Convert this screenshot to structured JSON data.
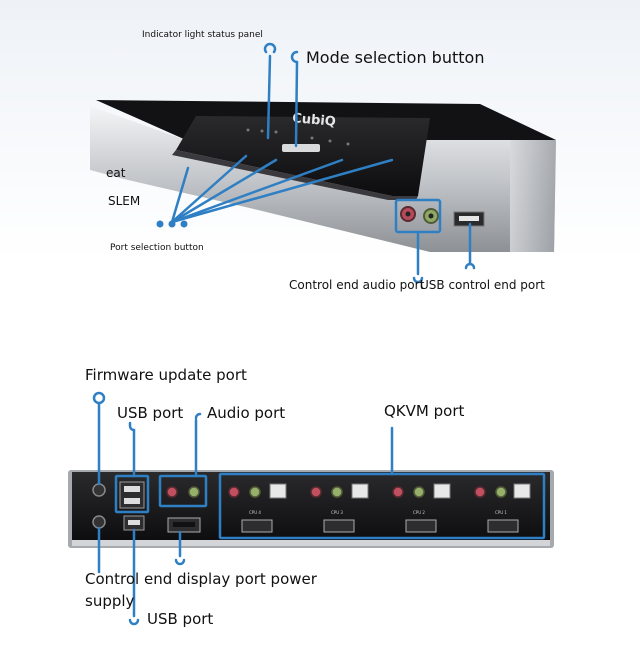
{
  "top_device": {
    "brand_logo": "CubiQ",
    "labels": {
      "indicator_panel": "Indicator light status panel",
      "mode_button": "Mode selection button",
      "eat": "eat",
      "slem": "SLEM",
      "port_select": "Port selection button",
      "audio_port": "Control end audio port",
      "usb_port": "USB control end port"
    }
  },
  "bottom_device": {
    "labels": {
      "firmware": "Firmware update port",
      "usb_top": "USB port",
      "audio": "Audio port",
      "qkvm": "QKVM port",
      "display_power_1": "Control end display port power",
      "display_power_2": "supply",
      "usb_bottom": "USB port"
    },
    "cpu_labels": [
      "CPU 4",
      "CPU 3",
      "CPU 2",
      "CPU 1"
    ]
  },
  "colors": {
    "callout": "#2f7fc4",
    "device_dark": "#1c1c1e",
    "device_silver": "#c9ccd0"
  }
}
